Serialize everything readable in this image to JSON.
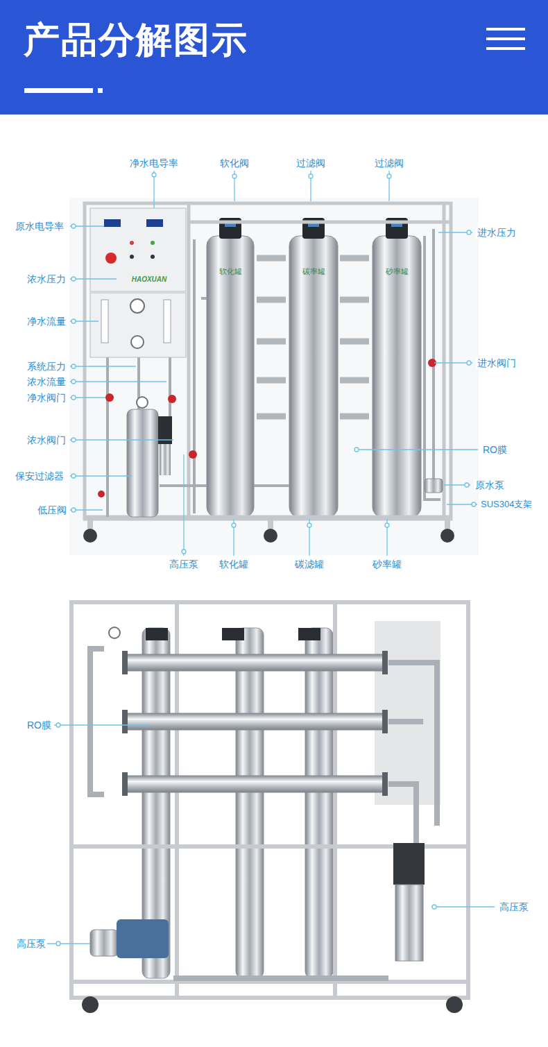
{
  "diagram": {
    "title": "产品分解图示",
    "labels": [
      "净水电导率",
      "软化阀",
      "过滤阀",
      "过滤阀",
      "原水电导率",
      "进水压力",
      "浓水压力",
      "净水流量",
      "系统压力",
      "浓水流量",
      "净水阀门",
      "进水阀门",
      "浓水阀门",
      "RO膜",
      "保安过滤器",
      "原水泵",
      "SUS304支架",
      "低压阀",
      "高压泵",
      "软化罐",
      "碳滤罐",
      "砂率罐",
      "HAOXUAN",
      "软化罐",
      "碳率罐",
      "砂率罐",
      "RO膜",
      "高压泵",
      "高压泵"
    ]
  }
}
